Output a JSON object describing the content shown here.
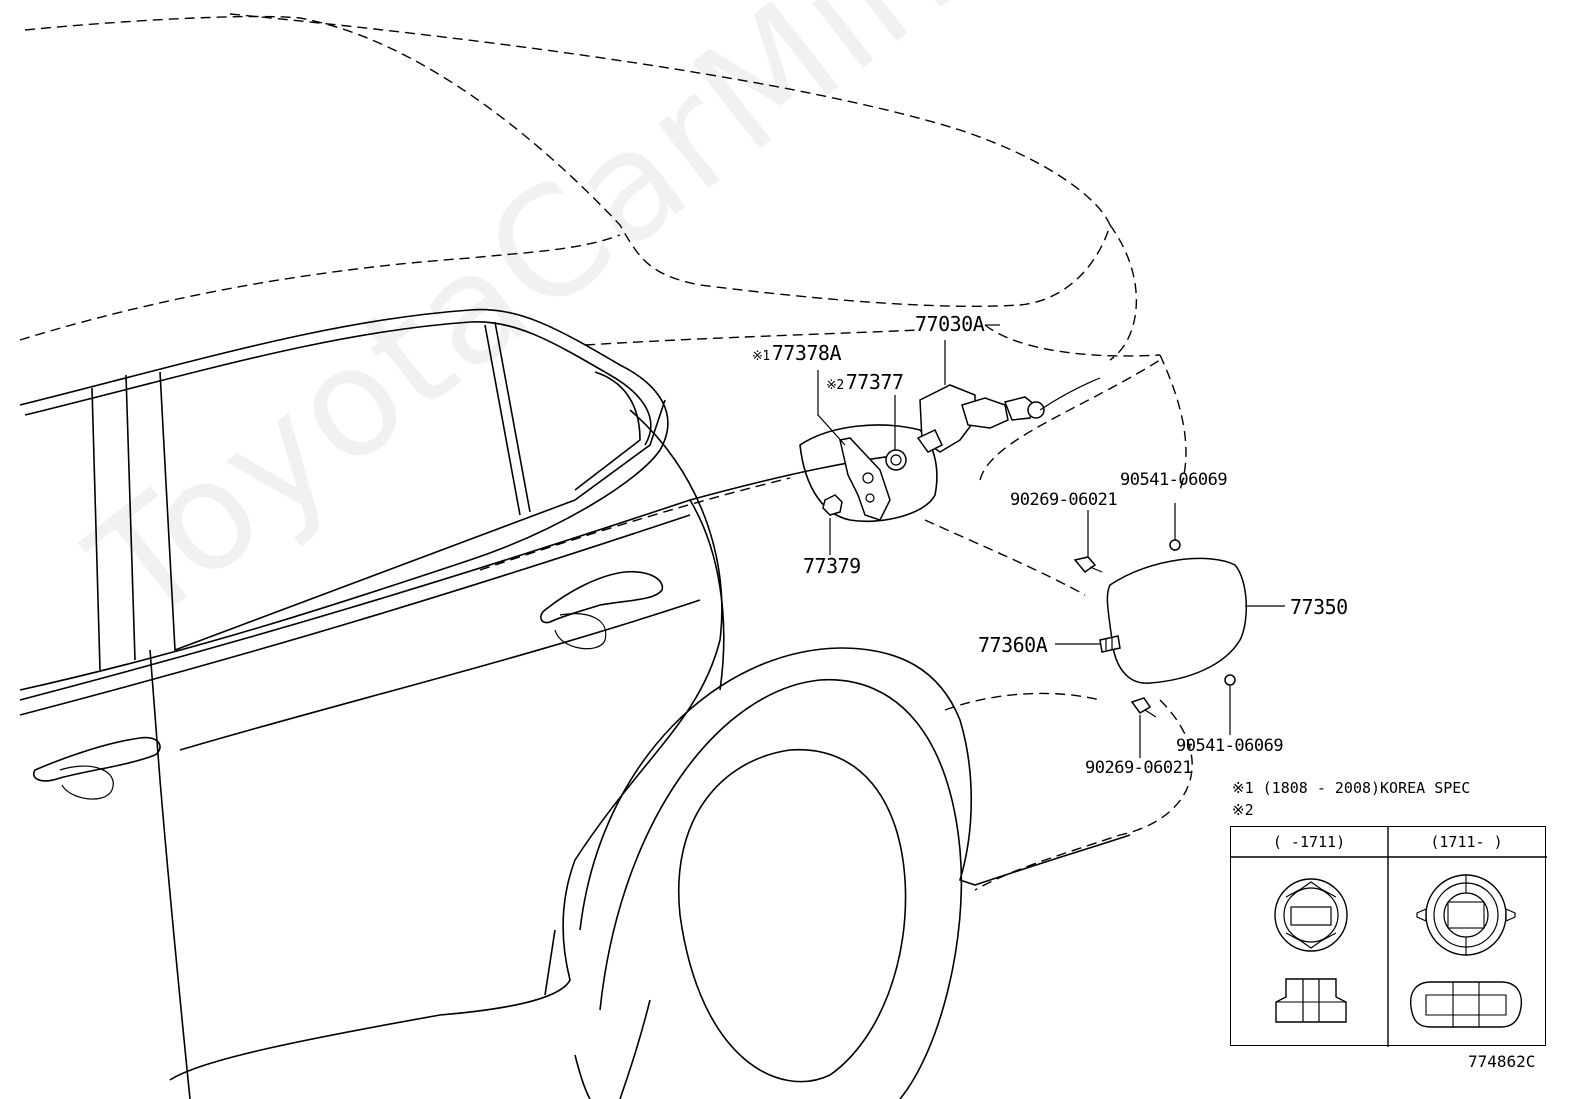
{
  "labels": {
    "p77030a": "77030A",
    "p77378a": "77378A",
    "p77378a_mark": "※1",
    "p77377": "77377",
    "p77377_mark": "※2",
    "p77379": "77379",
    "p90541_a": "90541-06069",
    "p90269_a": "90269-06021",
    "p77350": "77350",
    "p77360a": "77360A",
    "p90541_b": "90541-06069",
    "p90269_b": "90269-06021"
  },
  "notes": {
    "note1": "※1 (1808 - 2008)KOREA SPEC",
    "note2": "※2",
    "col1": "(   -1711)",
    "col2": "(1711-   )"
  },
  "diagram_id": "774862C",
  "watermark": "ToyotaCarMine.ru"
}
